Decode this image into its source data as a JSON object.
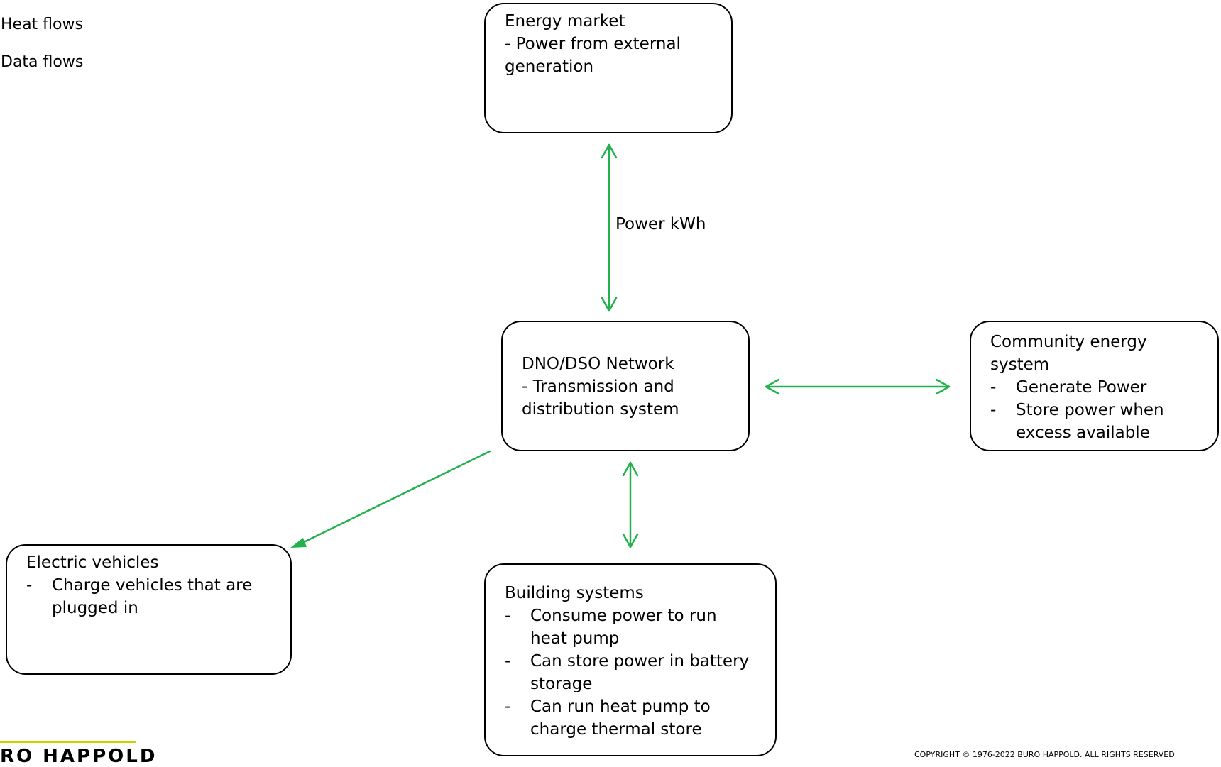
{
  "legend": {
    "heat_flows": "Heat flows",
    "data_flows": "Data flows"
  },
  "nodes": {
    "energy_market": {
      "title": "Energy market",
      "lines": [
        "- Power from external",
        "generation"
      ]
    },
    "dno_network": {
      "title": "DNO/DSO Network",
      "lines": [
        "- Transmission and",
        "distribution system"
      ]
    },
    "community": {
      "title": "Community energy system",
      "items": [
        "Generate Power",
        "Store power when excess available"
      ]
    },
    "ev": {
      "title": "Electric vehicles",
      "items": [
        "Charge vehicles that are plugged in"
      ]
    },
    "building": {
      "title": "Building systems",
      "items": [
        "Consume power to run heat pump",
        "Can store power in battery storage",
        "Can run heat pump to charge thermal store"
      ]
    }
  },
  "edges": {
    "market_dno_label": "Power kWh"
  },
  "colors": {
    "power_arrow": "#22b14c",
    "logo_accent": "#c8d400"
  },
  "footer": {
    "logo": "RO HAPPOLD",
    "copyright": "COPYRIGHT © 1976-2022 BURO HAPPOLD. ALL RIGHTS RESERVED"
  }
}
